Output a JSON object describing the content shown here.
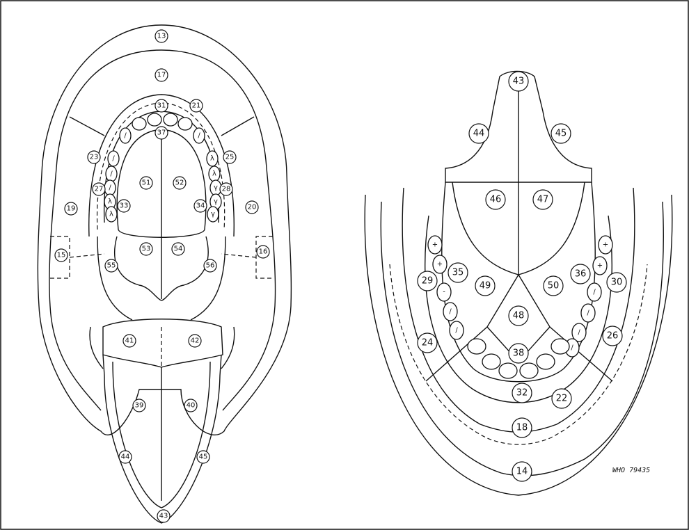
{
  "caption": "WHO 79435",
  "upper_view": {
    "region_labels": [
      "13",
      "17",
      "31",
      "21",
      "37",
      "23",
      "25",
      "27",
      "28",
      "33",
      "34",
      "19",
      "20",
      "51",
      "52",
      "15",
      "16",
      "53",
      "54",
      "55",
      "56",
      "41",
      "42",
      "39",
      "40",
      "44",
      "45",
      "43"
    ],
    "tooth_marks": [
      "/",
      "/",
      "/",
      "λ",
      "λ",
      "λ",
      "λ",
      "γ",
      "γ",
      "γ",
      "/",
      "/"
    ]
  },
  "lower_view": {
    "region_labels": [
      "43",
      "44",
      "45",
      "46",
      "47",
      "49",
      "50",
      "48",
      "29",
      "35",
      "36",
      "30",
      "24",
      "26",
      "38",
      "32",
      "22",
      "18",
      "14"
    ],
    "tooth_marks": [
      "+",
      "+",
      "+",
      "+",
      "-",
      "/",
      "/",
      "/",
      "/",
      "/",
      "/"
    ]
  }
}
